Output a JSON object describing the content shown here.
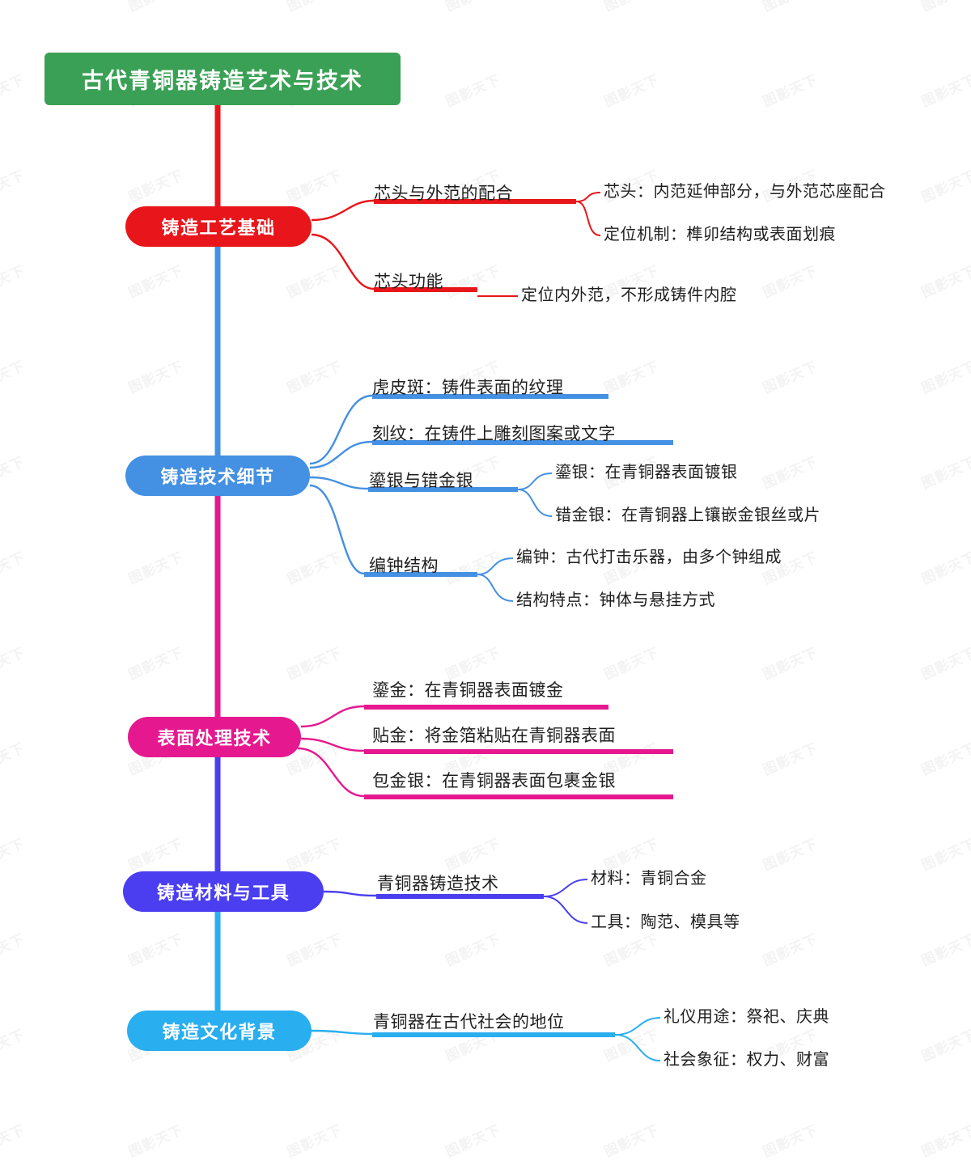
{
  "document": {
    "type": "mindmap",
    "watermark_text": "图影天下",
    "background": "#ffffff"
  },
  "root": {
    "label": "古代青铜器铸造艺术与技术",
    "color": "#3aa055",
    "text_color": "#ffffff"
  },
  "branches": [
    {
      "id": "branch-casting-basics",
      "label": "铸造工艺基础",
      "color": "#e8161a",
      "children": [
        {
          "label": "芯头与外范的配合",
          "children": [
            {
              "label": "芯头：内范延伸部分，与外范芯座配合"
            },
            {
              "label": "定位机制：榫卯结构或表面划痕"
            }
          ]
        },
        {
          "label": "芯头功能",
          "children": [
            {
              "label": "定位内外范，不形成铸件内腔"
            }
          ]
        }
      ]
    },
    {
      "id": "branch-casting-techniques",
      "label": "铸造技术细节",
      "color": "#4490e2",
      "children": [
        {
          "label": "虎皮斑：铸件表面的纹理",
          "children": []
        },
        {
          "label": "刻纹：在铸件上雕刻图案或文字",
          "children": []
        },
        {
          "label": "鎏银与错金银",
          "children": [
            {
              "label": "鎏银：在青铜器表面镀银"
            },
            {
              "label": "错金银：在青铜器上镶嵌金银丝或片"
            }
          ]
        },
        {
          "label": "编钟结构",
          "children": [
            {
              "label": "编钟：古代打击乐器，由多个钟组成"
            },
            {
              "label": "结构特点：钟体与悬挂方式"
            }
          ]
        }
      ]
    },
    {
      "id": "branch-surface-treatment",
      "label": "表面处理技术",
      "color": "#e6188f",
      "children": [
        {
          "label": "鎏金：在青铜器表面镀金",
          "children": []
        },
        {
          "label": "贴金：将金箔粘贴在青铜器表面",
          "children": []
        },
        {
          "label": "包金银：在青铜器表面包裹金银",
          "children": []
        }
      ]
    },
    {
      "id": "branch-materials-tools",
      "label": "铸造材料与工具",
      "color": "#4a3ef0",
      "children": [
        {
          "label": "青铜器铸造技术",
          "children": [
            {
              "label": "材料：青铜合金"
            },
            {
              "label": "工具：陶范、模具等"
            }
          ]
        }
      ]
    },
    {
      "id": "branch-cultural-background",
      "label": "铸造文化背景",
      "color": "#29aef0",
      "children": [
        {
          "label": "青铜器在古代社会的地位",
          "children": [
            {
              "label": "礼仪用途：祭祀、庆典"
            },
            {
              "label": "社会象征：权力、财富"
            }
          ]
        }
      ]
    }
  ]
}
